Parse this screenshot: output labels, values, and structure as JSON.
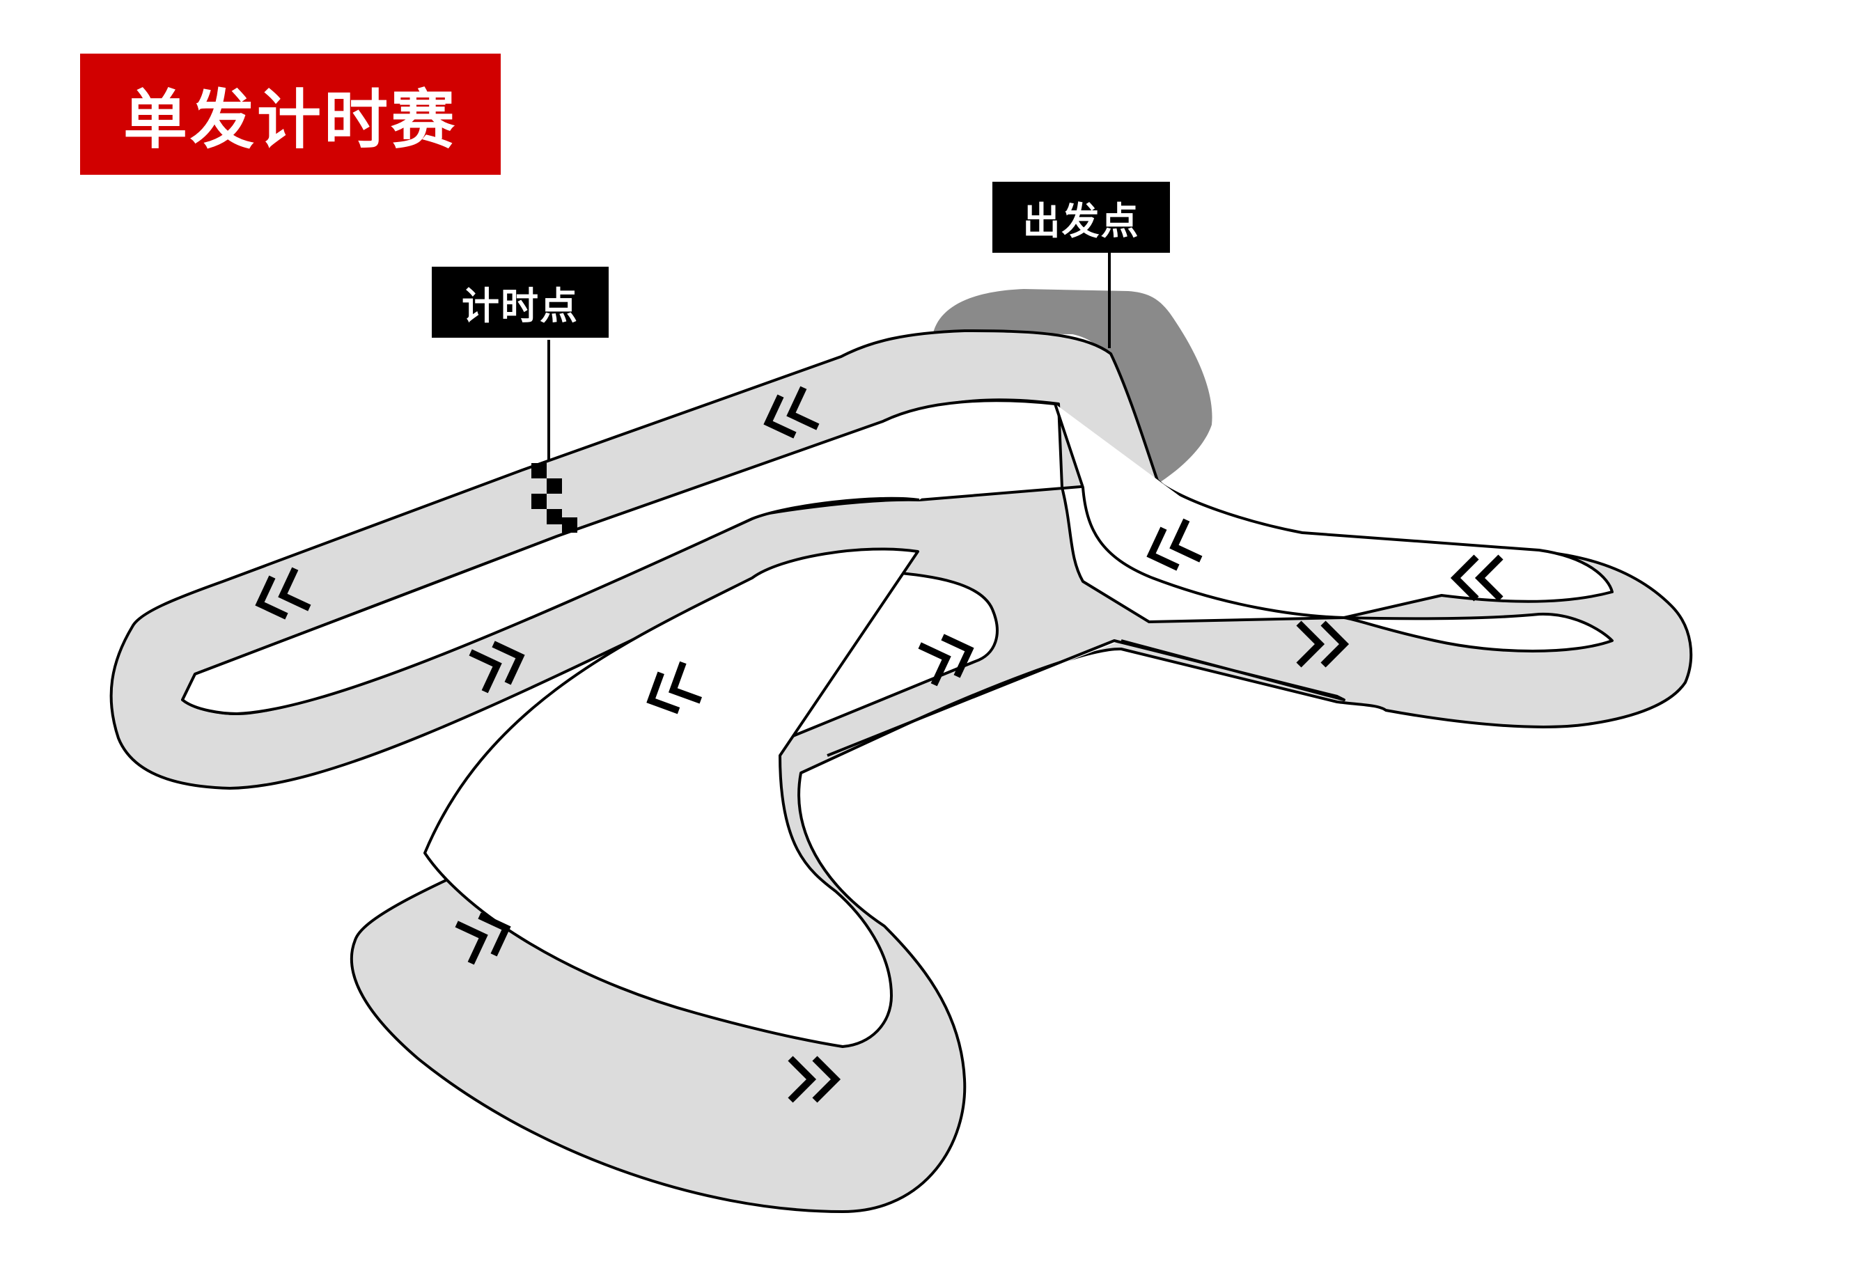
{
  "title": "单发计时赛",
  "labels": {
    "timing_point": "计时点",
    "start_point": "出发点"
  },
  "colors": {
    "title_background": "#d10000",
    "label_background": "#000000",
    "track_fill": "#dcdcdc",
    "start_area_fill": "#8a8a8a",
    "outline": "#000000"
  },
  "icons": {
    "direction_arrow": "double-chevron",
    "timing_line": "checkered-flag-strip"
  }
}
